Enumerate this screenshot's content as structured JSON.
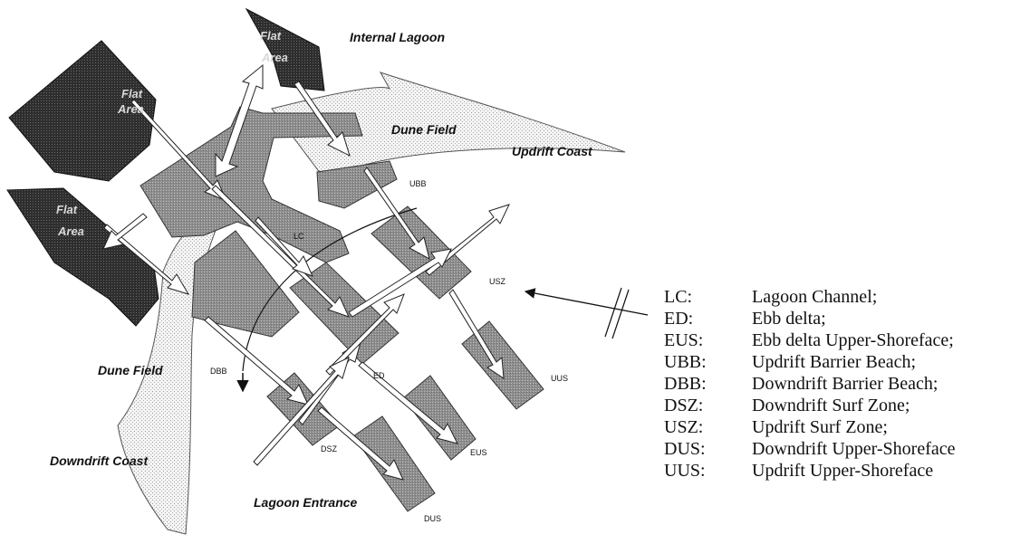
{
  "regions": {
    "internal_lagoon": "Internal Lagoon",
    "dune_field_top": "Dune Field",
    "updrift_coast": "Updrift Coast",
    "dune_field_bottom": "Dune Field",
    "downdrift_coast": "Downdrift Coast",
    "lagoon_entrance": "Lagoon Entrance"
  },
  "flat_areas": [
    {
      "line1": "Flat",
      "line2": "Area"
    },
    {
      "line1": "Flat",
      "line2": "Area"
    },
    {
      "line1": "Flat",
      "line2": "Area"
    }
  ],
  "units": {
    "ubb": "UBB",
    "lc": "LC",
    "usz": "USZ",
    "dbb": "DBB",
    "ed": "ED",
    "uus": "UUS",
    "dsz": "DSZ",
    "eus": "EUS",
    "dus": "DUS"
  },
  "legend": [
    {
      "abbr": "LC:",
      "desc": "Lagoon Channel;"
    },
    {
      "abbr": "ED:",
      "desc": "Ebb delta;"
    },
    {
      "abbr": "EUS:",
      "desc": "Ebb delta Upper-Shoreface;"
    },
    {
      "abbr": "UBB:",
      "desc": "Updrift Barrier Beach;"
    },
    {
      "abbr": "DBB:",
      "desc": "Downdrift Barrier Beach;"
    },
    {
      "abbr": "DSZ:",
      "desc": "Downdrift Surf Zone;"
    },
    {
      "abbr": "USZ:",
      "desc": "Updrift Surf Zone;"
    },
    {
      "abbr": "DUS:",
      "desc": "Downdrift Upper-Shoreface"
    },
    {
      "abbr": "UUS:",
      "desc": "Updrift Upper-Shoreface"
    }
  ],
  "colors": {
    "flat_area": "#2b2b2b",
    "sediment_unit": "#9a9a9a",
    "dune_stipple": "#d4d4d4"
  }
}
